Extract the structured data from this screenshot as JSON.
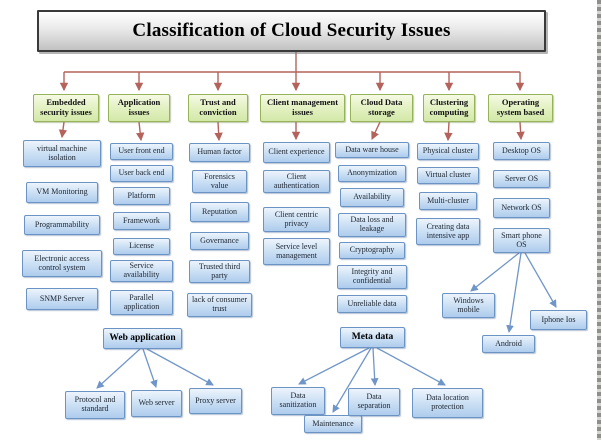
{
  "title": "Classification of Cloud Security Issues",
  "columns": [
    {
      "label": "Embedded security issues",
      "items": [
        "virtual machine isolation",
        "VM Monitoring",
        "Programmability",
        "Electronic access control system",
        "SNMP Server"
      ]
    },
    {
      "label": "Application issues",
      "items": [
        "User front end",
        "User back end",
        "Platform",
        "Framework",
        "License",
        "Service availability",
        "Parallel application"
      ]
    },
    {
      "label": "Trust and conviction",
      "items": [
        "Human factor",
        "Forensics value",
        "Reputation",
        "Governance",
        "Trusted third party",
        "lack of consumer trust"
      ]
    },
    {
      "label": "Client management issues",
      "items": [
        "Client experience",
        "Client authentication",
        "Client centric privacy",
        "Service level management"
      ]
    },
    {
      "label": "Cloud Data storage",
      "items": [
        "Data ware house",
        "Anonymization",
        "Availability",
        "Data loss and leakage",
        "Cryptography",
        "Integrity and confidential",
        "Unreliable data"
      ]
    },
    {
      "label": "Clustering computing",
      "items": [
        "Physical cluster",
        "Virtual cluster",
        "Multi-cluster",
        "Creating data intensive app"
      ]
    },
    {
      "label": "Operating system based",
      "items": [
        "Desktop OS",
        "Server OS",
        "Network OS",
        "Smart phone OS"
      ]
    }
  ],
  "subtrees": {
    "web_application": {
      "label": "Web application",
      "children": [
        "Protocol and standard",
        "Web server",
        "Proxy server"
      ]
    },
    "meta_data": {
      "label": "Meta data",
      "children": [
        "Data sanitization",
        "Maintenance",
        "Data separation",
        "Data location protection"
      ]
    },
    "smart_phone_os": {
      "parent_label": "Smart phone OS",
      "children": [
        "Windows mobile",
        "Android",
        "Iphone Ios"
      ]
    }
  },
  "colors": {
    "category_fill": "#e3f1c2",
    "category_border": "#96b35a",
    "node_fill": "#cfe2f5",
    "node_border": "#6b94c4",
    "tree_arrow": "#b4635c",
    "subtree_arrow": "#7096c8",
    "title_fill": "#d9d9d9",
    "title_border": "#3a3a3a"
  }
}
